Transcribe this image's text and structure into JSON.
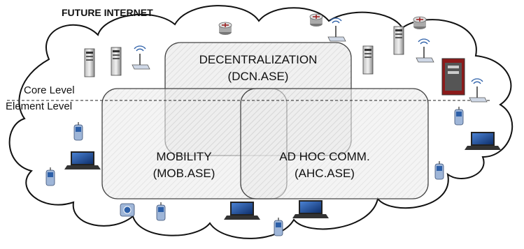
{
  "diagram": {
    "title": "FUTURE INTERNET",
    "levels": {
      "core": "Core Level",
      "element": "Element Level"
    },
    "areas": [
      {
        "key": "dcn",
        "name": "DECENTRALIZATION",
        "code": "(DCN.ASE)"
      },
      {
        "key": "mob",
        "name": "MOBILITY",
        "code": "(MOB.ASE)"
      },
      {
        "key": "ahc",
        "name": "AD HOC COMM.",
        "code": "(AHC.ASE)"
      }
    ],
    "icons": [
      "router-icon",
      "server-icon",
      "wireless-access-point-icon",
      "rack-server-icon",
      "mobile-phone-icon",
      "laptop-icon",
      "camera-icon"
    ],
    "colors": {
      "cloud_fill": "#ffffff",
      "cloud_stroke": "#111111",
      "area_fill": "#e9e9e9",
      "area_stroke": "#444444",
      "rack_accent": "#8b1a1a",
      "device_accent": "#2c5fa8"
    }
  }
}
